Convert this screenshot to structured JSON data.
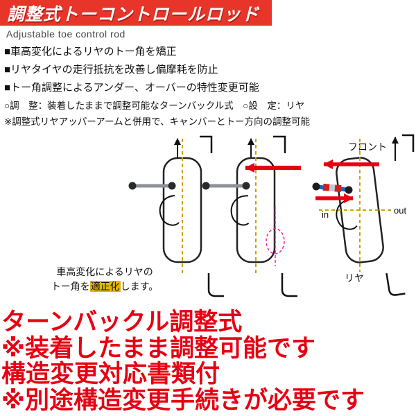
{
  "header": {
    "title": "調整式トーコントロールロッド",
    "subtitle": "Adjustable toe control rod"
  },
  "features": {
    "bullets": [
      "■車高変化によるリヤのトー角を矯正",
      "■リヤタイヤの走行抵抗を改善し偏摩耗を防止",
      "■トー角調整によるアンダー、オーバーの特性変更可能"
    ],
    "spec_line": "○調　整：装着したままで調整可能なターンバックル式　○設　定：リヤ",
    "note_line": "※調整式リヤアッパーアームと併用で、キャンバーとトー方向の調整可能"
  },
  "diagram": {
    "front_label": "フロント",
    "rear_label": "リヤ",
    "in_label": "in",
    "out_label": "out",
    "caption": {
      "line1": "車高変化によるリヤの",
      "line2_pre": "トー角を",
      "line2_highlight": "適正化",
      "line2_post": "します。"
    }
  },
  "footer": {
    "lines": [
      "ターンバックル調整式",
      "※装着したまま調整可能です",
      "構造変更対応書類付",
      "※別途構造変更手続きが必要です"
    ]
  },
  "colors": {
    "banner_red": "#e8352a",
    "footer_red": "#e60012",
    "guide_yellow": "#c9a300",
    "arrow_red": "#e60012",
    "rod_blue": "#1668c0",
    "marker_pink": "#f02aa6"
  }
}
